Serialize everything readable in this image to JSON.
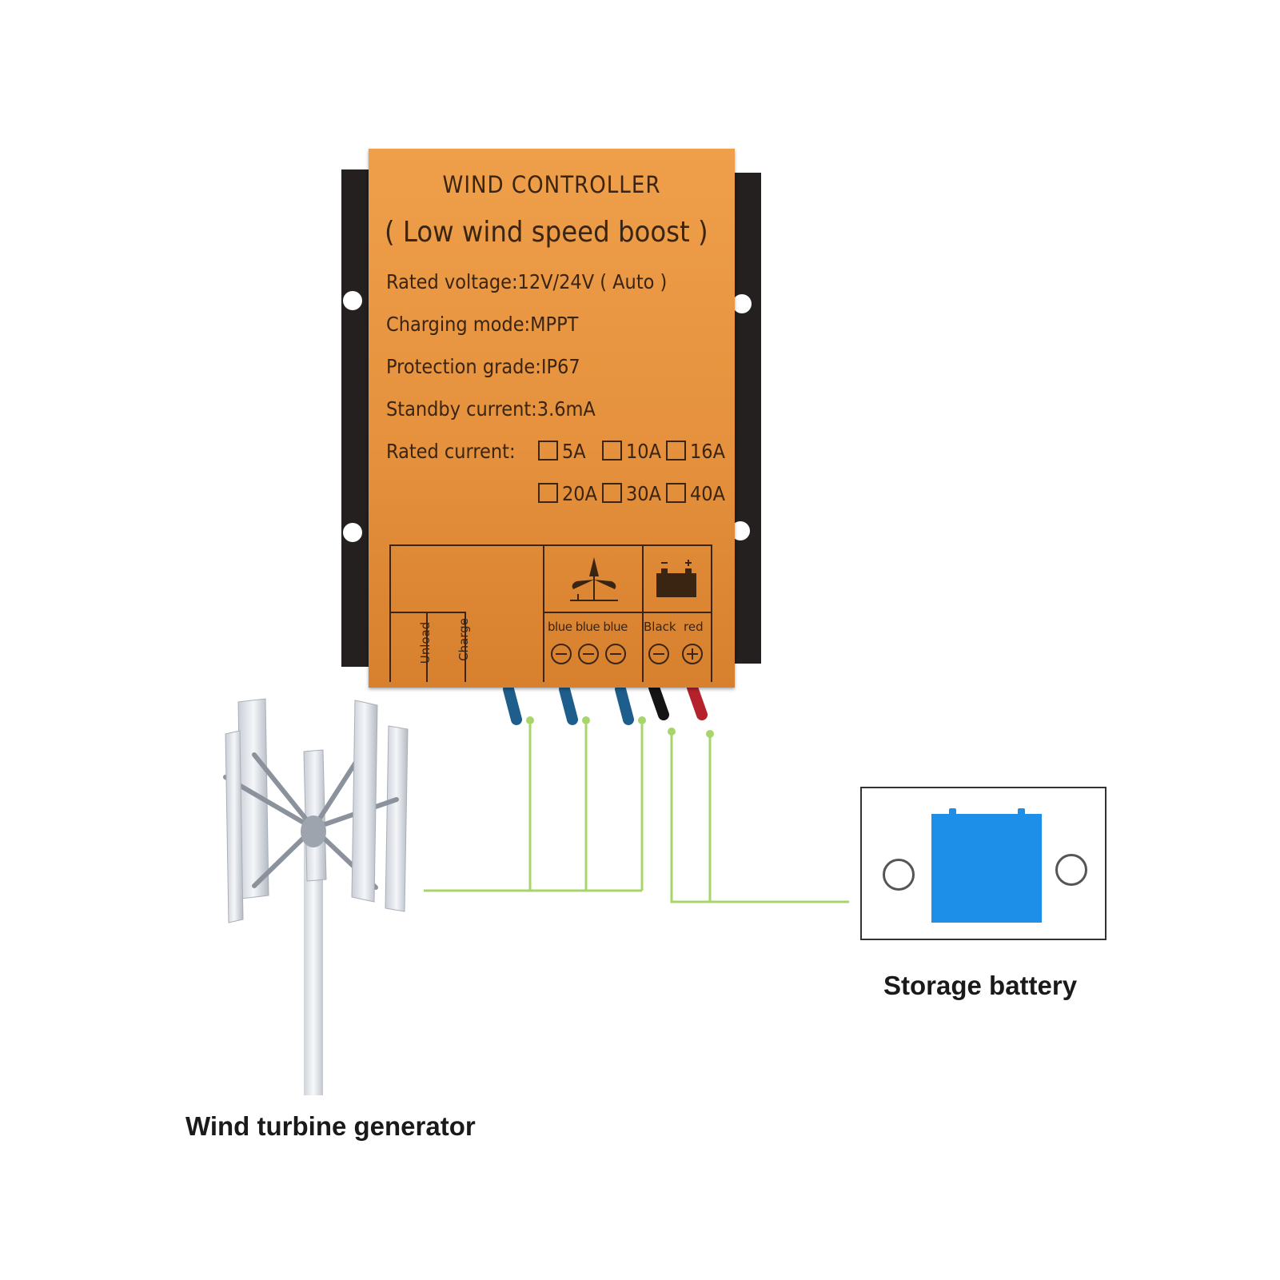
{
  "controller": {
    "title": "WIND CONTROLLER",
    "subtitle": "( Low wind speed boost )",
    "specs": {
      "voltage": "Rated voltage:12V/24V ( Auto )",
      "mode": "Charging mode:MPPT",
      "grade": "Protection grade:IP67",
      "standby": "Standby current:3.6mA",
      "current": "Rated current:"
    },
    "current_options": [
      "5A",
      "10A",
      "16A",
      "20A",
      "30A",
      "40A"
    ],
    "terminals": {
      "unload": "Unload",
      "charge": "Charge",
      "wind_wires": "blue blue blue",
      "battery_black": "Black",
      "battery_red": "red"
    }
  },
  "labels": {
    "turbine": "Wind turbine generator",
    "battery": "Storage battery"
  },
  "colors": {
    "controller_orange": "#e8963f",
    "rail_black": "#23201f",
    "wire_green": "#a8d56b",
    "wire_blue": "#1d5e8c",
    "wire_red": "#b5222c",
    "battery_blue": "#1e8fe8"
  }
}
